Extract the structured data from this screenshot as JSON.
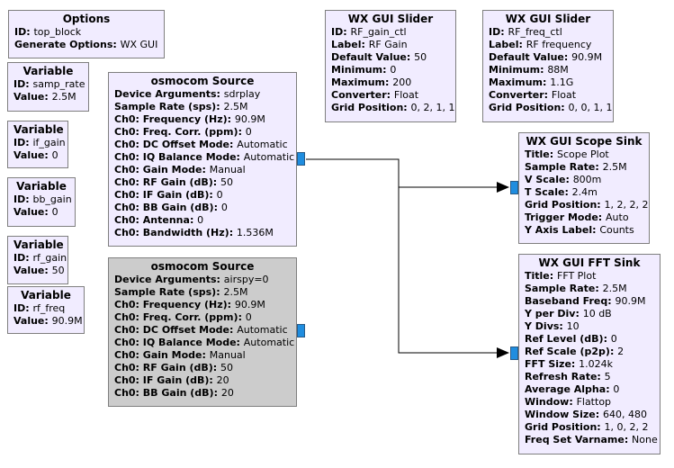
{
  "blocks": [
    {
      "id": "options",
      "title": "Options",
      "disabled": false,
      "rows": [
        [
          "ID",
          "top_block"
        ],
        [
          "Generate Options",
          "WX GUI"
        ]
      ]
    },
    {
      "id": "var-samp-rate",
      "title": "Variable",
      "disabled": false,
      "rows": [
        [
          "ID",
          "samp_rate"
        ],
        [
          "Value",
          "2.5M"
        ]
      ]
    },
    {
      "id": "var-if-gain",
      "title": "Variable",
      "disabled": false,
      "rows": [
        [
          "ID",
          "if_gain"
        ],
        [
          "Value",
          "0"
        ]
      ]
    },
    {
      "id": "var-bb-gain",
      "title": "Variable",
      "disabled": false,
      "rows": [
        [
          "ID",
          "bb_gain"
        ],
        [
          "Value",
          "0"
        ]
      ]
    },
    {
      "id": "var-rf-gain",
      "title": "Variable",
      "disabled": false,
      "rows": [
        [
          "ID",
          "rf_gain"
        ],
        [
          "Value",
          "50"
        ]
      ]
    },
    {
      "id": "var-rf-freq",
      "title": "Variable",
      "disabled": false,
      "rows": [
        [
          "ID",
          "rf_freq"
        ],
        [
          "Value",
          "90.9M"
        ]
      ]
    },
    {
      "id": "osmocom-source-sdrplay",
      "title": "osmocom Source",
      "disabled": false,
      "rows": [
        [
          "Device Arguments",
          "sdrplay"
        ],
        [
          "Sample Rate (sps)",
          "2.5M"
        ],
        [
          "Ch0: Frequency (Hz)",
          "90.9M"
        ],
        [
          "Ch0: Freq. Corr. (ppm)",
          "0"
        ],
        [
          "Ch0: DC Offset Mode",
          "Automatic"
        ],
        [
          "Ch0: IQ Balance Mode",
          "Automatic"
        ],
        [
          "Ch0: Gain Mode",
          "Manual"
        ],
        [
          "Ch0: RF Gain (dB)",
          "50"
        ],
        [
          "Ch0: IF Gain (dB)",
          "0"
        ],
        [
          "Ch0: BB Gain (dB)",
          "0"
        ],
        [
          "Ch0: Antenna",
          "0"
        ],
        [
          "Ch0: Bandwidth (Hz)",
          "1.536M"
        ]
      ]
    },
    {
      "id": "osmocom-source-airspy",
      "title": "osmocom Source",
      "disabled": true,
      "rows": [
        [
          "Device Arguments",
          "airspy=0"
        ],
        [
          "Sample Rate (sps)",
          "2.5M"
        ],
        [
          "Ch0: Frequency (Hz)",
          "90.9M"
        ],
        [
          "Ch0: Freq. Corr. (ppm)",
          "0"
        ],
        [
          "Ch0: DC Offset Mode",
          "Automatic"
        ],
        [
          "Ch0: IQ Balance Mode",
          "Automatic"
        ],
        [
          "Ch0: Gain Mode",
          "Manual"
        ],
        [
          "Ch0: RF Gain (dB)",
          "50"
        ],
        [
          "Ch0: IF Gain (dB)",
          "20"
        ],
        [
          "Ch0: BB Gain (dB)",
          "20"
        ]
      ]
    },
    {
      "id": "wx-gui-slider-rf-gain",
      "title": "WX GUI Slider",
      "disabled": false,
      "rows": [
        [
          "ID",
          "RF_gain_ctl"
        ],
        [
          "Label",
          "RF Gain"
        ],
        [
          "Default Value",
          "50"
        ],
        [
          "Minimum",
          "0"
        ],
        [
          "Maximum",
          "200"
        ],
        [
          "Converter",
          "Float"
        ],
        [
          "Grid Position",
          "0, 2, 1, 1"
        ]
      ]
    },
    {
      "id": "wx-gui-slider-rf-freq",
      "title": "WX GUI Slider",
      "disabled": false,
      "rows": [
        [
          "ID",
          "RF_freq_ctl"
        ],
        [
          "Label",
          "RF frequency"
        ],
        [
          "Default Value",
          "90.9M"
        ],
        [
          "Minimum",
          "88M"
        ],
        [
          "Maximum",
          "1.1G"
        ],
        [
          "Converter",
          "Float"
        ],
        [
          "Grid Position",
          "0, 0, 1, 1"
        ]
      ]
    },
    {
      "id": "wx-gui-scope-sink",
      "title": "WX GUI Scope Sink",
      "disabled": false,
      "rows": [
        [
          "Title",
          "Scope Plot"
        ],
        [
          "Sample Rate",
          "2.5M"
        ],
        [
          "V Scale",
          "800m"
        ],
        [
          "T Scale",
          "2.4m"
        ],
        [
          "Grid Position",
          "1, 2, 2, 2"
        ],
        [
          "Trigger Mode",
          "Auto"
        ],
        [
          "Y Axis Label",
          "Counts"
        ]
      ]
    },
    {
      "id": "wx-gui-fft-sink",
      "title": "WX GUI FFT Sink",
      "disabled": false,
      "rows": [
        [
          "Title",
          "FFT Plot"
        ],
        [
          "Sample Rate",
          "2.5M"
        ],
        [
          "Baseband Freq",
          "90.9M"
        ],
        [
          "Y per Div",
          "10 dB"
        ],
        [
          "Y Divs",
          "10"
        ],
        [
          "Ref Level (dB)",
          "0"
        ],
        [
          "Ref Scale (p2p)",
          "2"
        ],
        [
          "FFT Size",
          "1.024k"
        ],
        [
          "Refresh Rate",
          "5"
        ],
        [
          "Average Alpha",
          "0"
        ],
        [
          "Window",
          "Flattop"
        ],
        [
          "Window Size",
          "640, 480"
        ],
        [
          "Grid Position",
          "1, 0, 2, 2"
        ],
        [
          "Freq Set Varname",
          "None"
        ]
      ]
    }
  ],
  "colors": {
    "block_bg": "#f1ecff",
    "disabled_bg": "#cccccc",
    "port": "#1f8ddf",
    "wire": "#000000"
  }
}
